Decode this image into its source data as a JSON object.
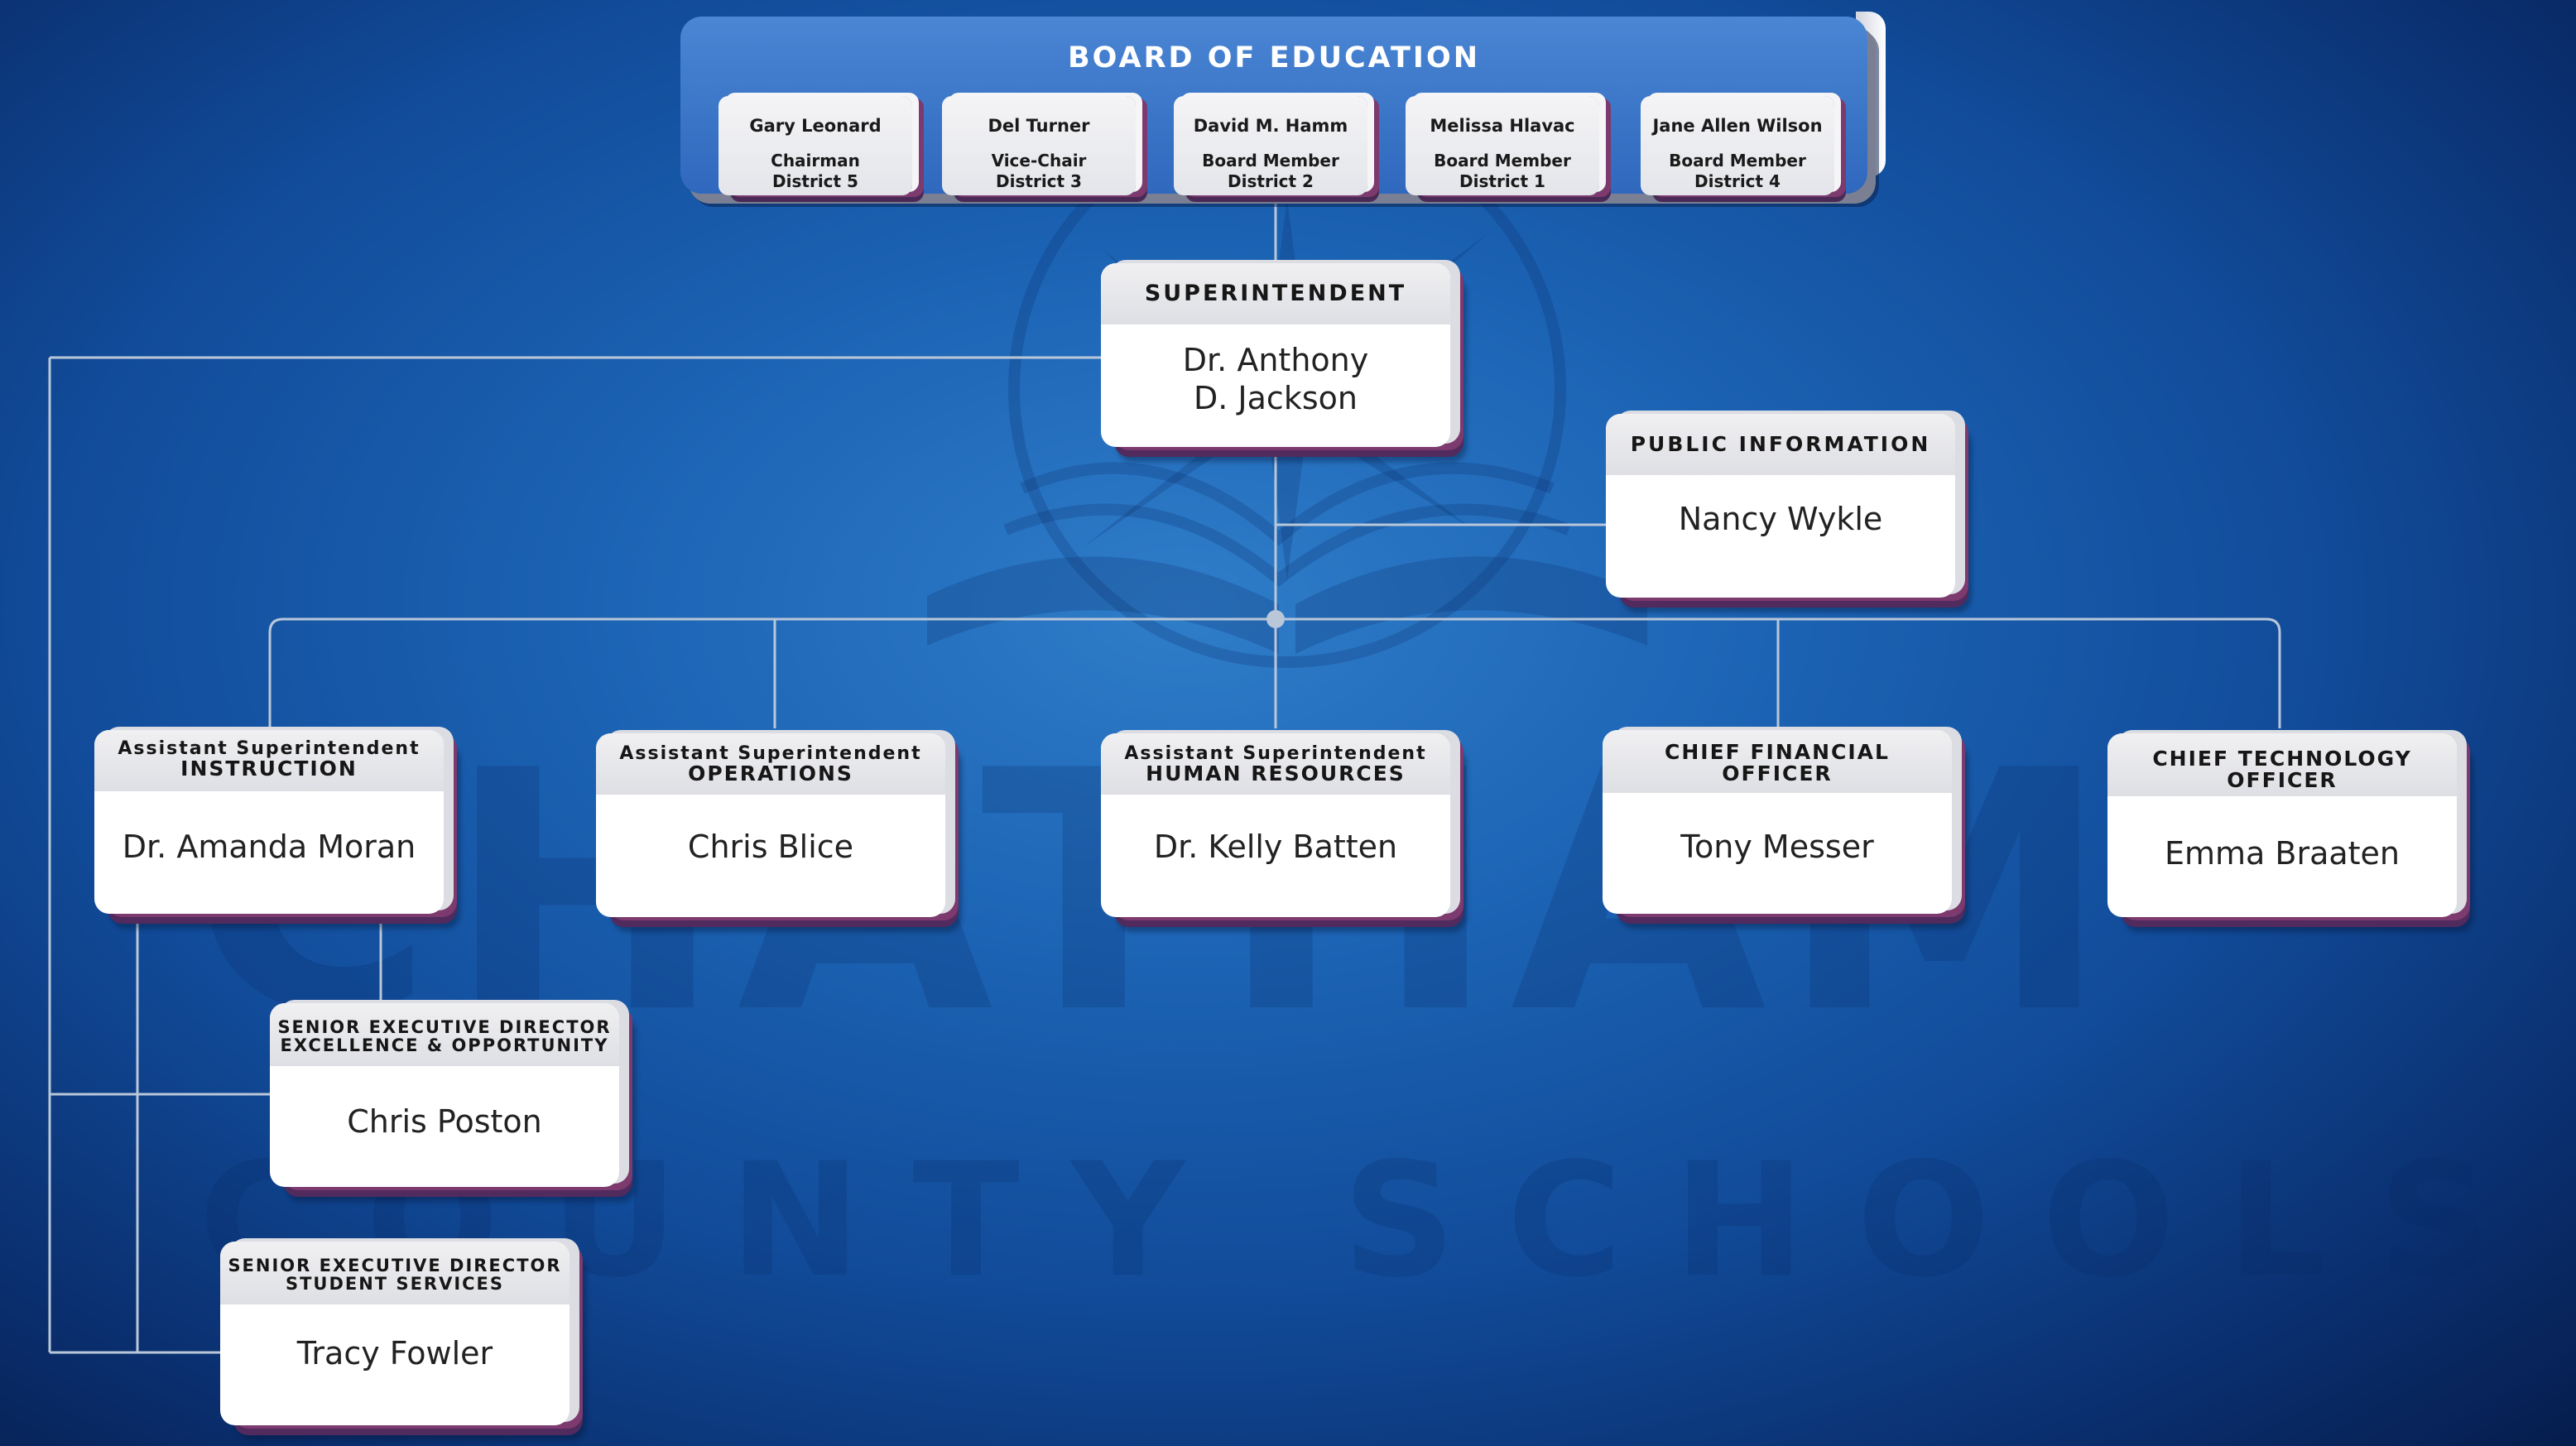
{
  "watermark": {
    "line1": "CHATHAM",
    "line2": "COUNTY SCHOOLS"
  },
  "board": {
    "title": "BOARD OF EDUCATION",
    "members": [
      {
        "name": "Gary Leonard",
        "role": "Chairman",
        "district": "District 5"
      },
      {
        "name": "Del Turner",
        "role": "Vice-Chair",
        "district": "District 3"
      },
      {
        "name": "David M. Hamm",
        "role": "Board Member",
        "district": "District 2"
      },
      {
        "name": "Melissa Hlavac",
        "role": "Board Member",
        "district": "District 1"
      },
      {
        "name": "Jane Allen Wilson",
        "role": "Board Member",
        "district": "District 4"
      }
    ]
  },
  "superintendent": {
    "title": "SUPERINTENDENT",
    "name_line1": "Dr. Anthony",
    "name_line2": "D. Jackson"
  },
  "public_information": {
    "title": "PUBLIC INFORMATION",
    "name": "Nancy Wykle"
  },
  "directors": [
    {
      "title_sub": "Assistant Superintendent",
      "title_main": "INSTRUCTION",
      "name": "Dr. Amanda Moran"
    },
    {
      "title_sub": "Assistant Superintendent",
      "title_main": "OPERATIONS",
      "name": "Chris Blice"
    },
    {
      "title_sub": "Assistant Superintendent",
      "title_main": "HUMAN RESOURCES",
      "name": "Dr. Kelly Batten"
    },
    {
      "title_sub": "CHIEF FINANCIAL",
      "title_main": "OFFICER",
      "name": "Tony Messer"
    },
    {
      "title_sub": "CHIEF TECHNOLOGY",
      "title_main": "OFFICER",
      "name": "Emma Braaten"
    }
  ],
  "senior_directors": [
    {
      "title_line1": "SENIOR EXECUTIVE DIRECTOR",
      "title_line2": "EXCELLENCE & OPPORTUNITY",
      "name": "Chris Poston"
    },
    {
      "title_line1": "SENIOR EXECUTIVE DIRECTOR",
      "title_line2": "STUDENT SERVICES",
      "name": "Tracy Fowler"
    }
  ],
  "colors": {
    "background_center": "#2f7dc9",
    "background_edge": "#061d4d",
    "board_panel": "#3b76c8",
    "box_accent": "#7c3a6e",
    "connector": "#b9c7d9"
  }
}
